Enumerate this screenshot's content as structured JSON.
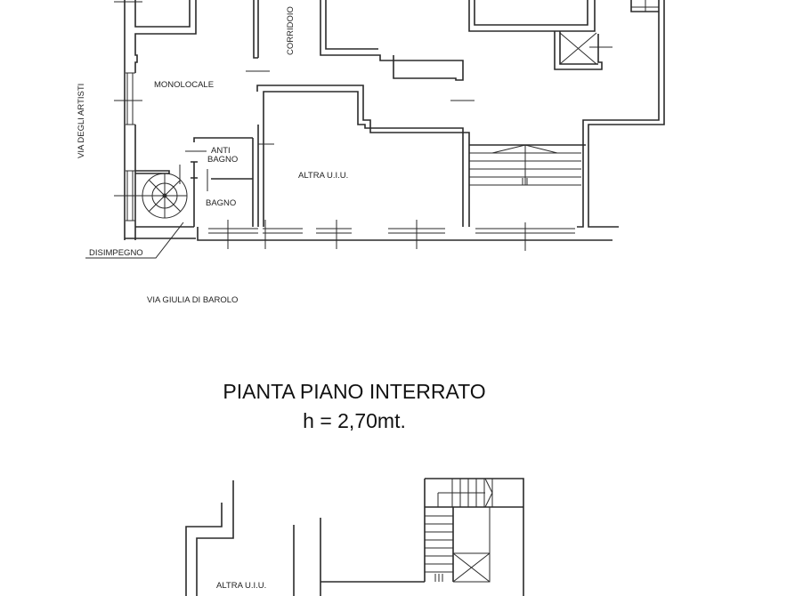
{
  "drawing": {
    "upper_plan": {
      "rooms": {
        "monolocale": "MONOLOCALE",
        "corridoio": "CORRIDOIO",
        "anti_bagno_line1": "ANTI",
        "anti_bagno_line2": "BAGNO",
        "bagno": "BAGNO",
        "altra_uiu": "ALTRA U.I.U.",
        "disimpegno": "DISIMPEGNO"
      },
      "streets": {
        "left": "VIA DEGLI ARTISTI",
        "bottom": "VIA GIULIA DI BAROLO"
      }
    },
    "section_title": {
      "line1": "PIANTA PIANO INTERRATO",
      "line2": "h = 2,70mt."
    },
    "lower_plan": {
      "rooms": {
        "altra_uiu": "ALTRA U.I.U."
      }
    },
    "colors": {
      "background": "#ffffff",
      "lines": "#2a2a2a",
      "text": "#222222"
    }
  }
}
